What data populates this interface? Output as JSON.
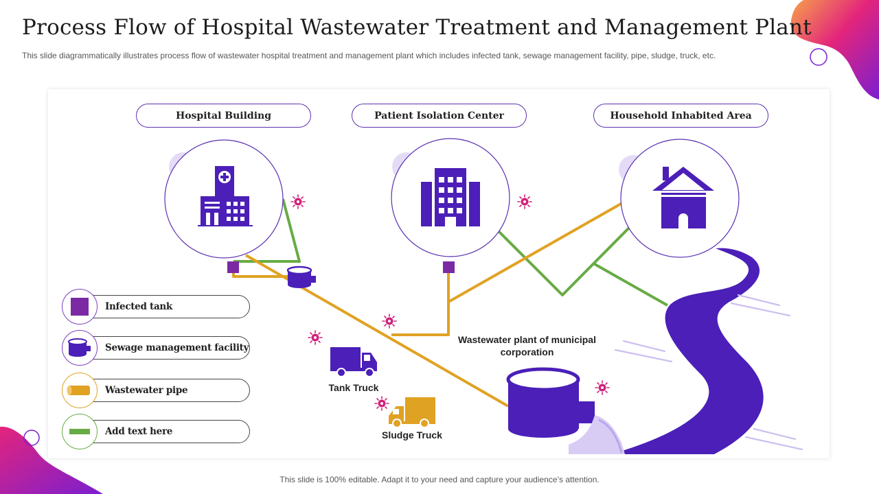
{
  "header": {
    "title": "Process Flow of Hospital Wastewater Treatment and Management Plant",
    "subtitle": "This slide diagrammatically illustrates process flow of wastewater hospital treatment and management plant which includes infected tank, sewage management facility, pipe, sludge, truck, etc."
  },
  "sources": [
    {
      "label": "Hospital Building",
      "icon": "hospital-icon"
    },
    {
      "label": "Patient Isolation Center",
      "icon": "building-icon"
    },
    {
      "label": "Household Inhabited Area",
      "icon": "house-icon"
    }
  ],
  "legend": [
    {
      "label": "Infected tank",
      "icon": "infected-tank-icon"
    },
    {
      "label": "Sewage management facility",
      "icon": "sewage-tank-icon"
    },
    {
      "label": "Wastewater pipe",
      "icon": "pipe-icon"
    },
    {
      "label": "Add text here",
      "icon": "green-line-icon"
    }
  ],
  "labels": {
    "plant": "Wastewater plant of municipal corporation",
    "tank_truck": "Tank Truck",
    "sludge_truck": "Sludge Truck"
  },
  "colors": {
    "primary": "#4b1fb8",
    "infected": "#7b2aa3",
    "pipe": "#e0a223",
    "green": "#67ab45",
    "virus": "#d0217a",
    "accent_light": "#e4dcf7"
  },
  "footer": "This slide is 100% editable. Adapt it to your need and capture your audience’s attention."
}
